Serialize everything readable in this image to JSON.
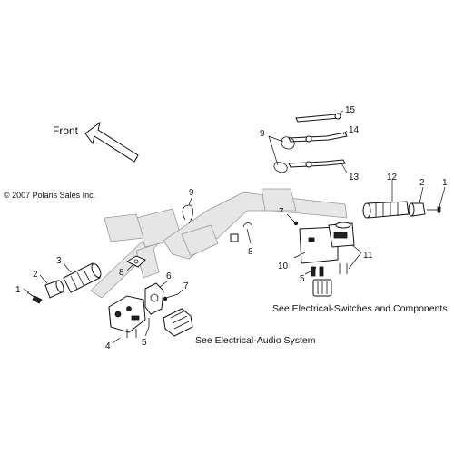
{
  "front_label": "Front",
  "copyright": "© 2007 Polaris Sales Inc.",
  "references": {
    "electrical_switches": "See Electrical-Switches and Components",
    "electrical_audio": "See Electrical-Audio System"
  },
  "callouts": {
    "c1_left": "1",
    "c2_left": "2",
    "c3_left": "3",
    "c4": "4",
    "c5_left": "5",
    "c6": "6",
    "c7_left": "7",
    "c8_left": "8",
    "c9_mid": "9",
    "c8_right": "8",
    "c9_top": "9",
    "c15": "15",
    "c14": "14",
    "c13": "13",
    "c12": "12",
    "c2_right": "2",
    "c1_right": "1",
    "c7_right": "7",
    "c10": "10",
    "c11": "11",
    "c5_right": "5"
  }
}
